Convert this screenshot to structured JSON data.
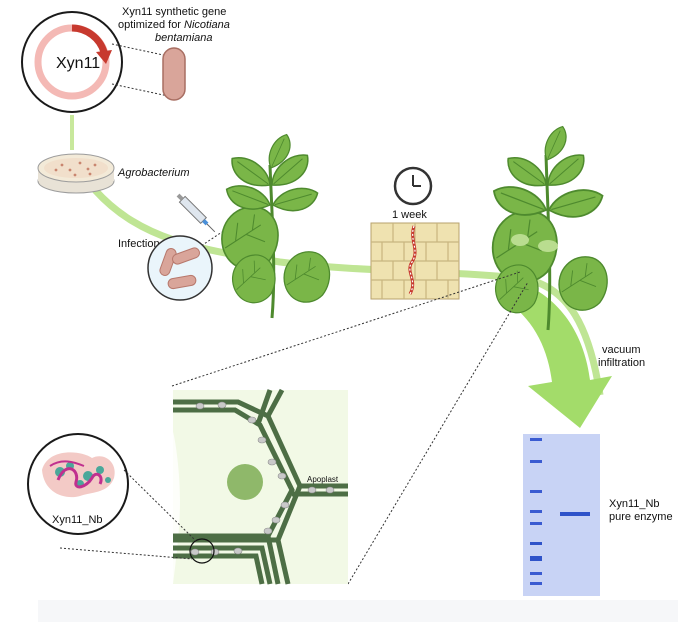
{
  "gene": {
    "circle_label": "Xyn11",
    "caption_line1": "Xyn11 synthetic gene",
    "caption_line2_plain": "optimized for ",
    "caption_line2_italic": "Nicotiana",
    "caption_line3_italic": "bentamiana"
  },
  "agrobacterium_label": "Agrobacterium",
  "infection_label": "Infection",
  "timer_label": "1 week",
  "vacuum_line1": "vacuum",
  "vacuum_line2": "infiltration",
  "apoplast_label": "Apoplast",
  "protein_label": "Xyn11_Nb",
  "gel": {
    "label_line1": "Xyn11_Nb",
    "label_line2": "pure enzyme"
  },
  "colors": {
    "leaf": "#7ab648",
    "leaf_dark": "#4e8a2e",
    "arrow": "#a3dc6a",
    "cell_wall": "#4d6e45",
    "cell_fill": "#f2f9e6",
    "gel_bg": "#c8d3f5",
    "gel_band": "#2f53c9",
    "gene_arc": "#c7392e"
  }
}
